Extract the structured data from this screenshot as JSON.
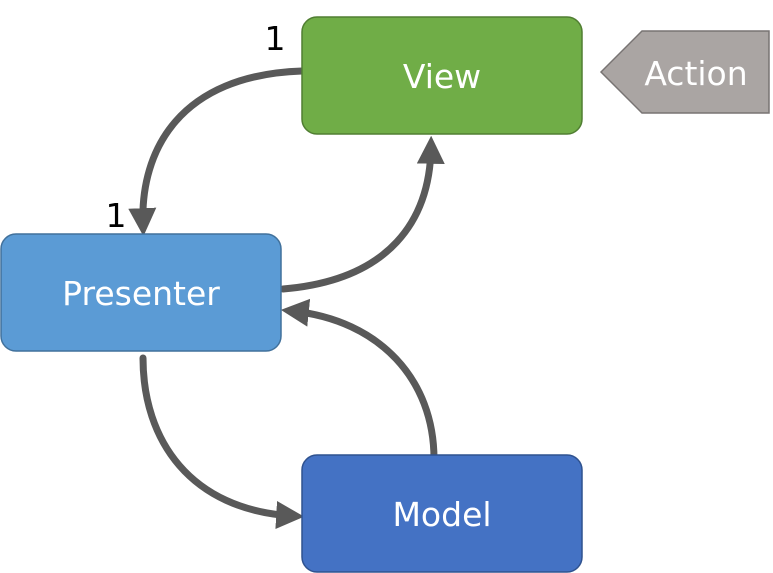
{
  "nodes": {
    "view": {
      "label": "View",
      "color": "#70ad47",
      "border": "#507e32"
    },
    "presenter": {
      "label": "Presenter",
      "color": "#5b9bd5",
      "border": "#41719c"
    },
    "model": {
      "label": "Model",
      "color": "#4472c4",
      "border": "#2f528f"
    },
    "action": {
      "label": "Action",
      "color": "#aaa5a3",
      "border": "#787473"
    }
  },
  "multiplicity": {
    "view_end": "1",
    "presenter_end": "1"
  },
  "edges": [
    {
      "from": "View",
      "to": "Presenter"
    },
    {
      "from": "Presenter",
      "to": "View"
    },
    {
      "from": "Presenter",
      "to": "Model"
    },
    {
      "from": "Model",
      "to": "Presenter"
    }
  ],
  "colors": {
    "arrow": "#595959",
    "text": "#ffffff",
    "multiplicity_text": "#000000"
  }
}
